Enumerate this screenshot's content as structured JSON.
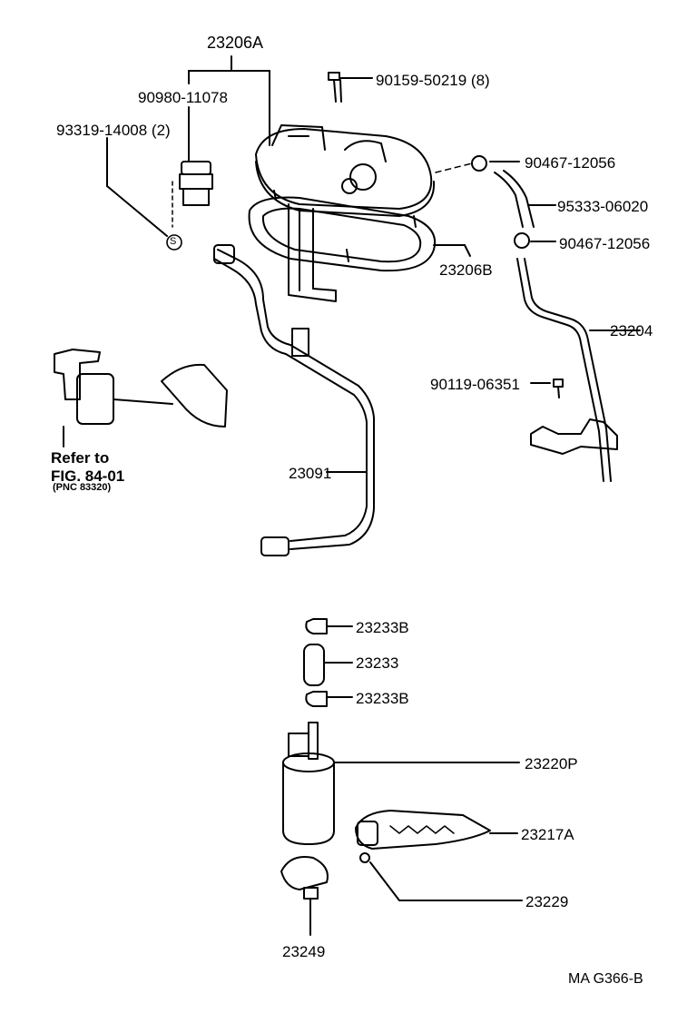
{
  "diagram": {
    "labels": {
      "p23206A": "23206A",
      "p90980": "90980-11078",
      "p93319": "93319-14008 (2)",
      "p90159": "90159-50219 (8)",
      "p90467a": "90467-12056",
      "p95333": "95333-06020",
      "p90467b": "90467-12056",
      "p23206B": "23206B",
      "p23204": "23204",
      "p90119": "90119-06351",
      "refer_to": "Refer to",
      "fig": "FIG. 84-01",
      "pnc": "(PNC 83320)",
      "p23091": "23091",
      "p23233B_top": "23233B",
      "p23233": "23233",
      "p23233B_bot": "23233B",
      "p23220P": "23220P",
      "p23217A": "23217A",
      "p23229": "23229",
      "p23249": "23249",
      "s_mark": "S",
      "footer": "MA G366-B"
    }
  }
}
